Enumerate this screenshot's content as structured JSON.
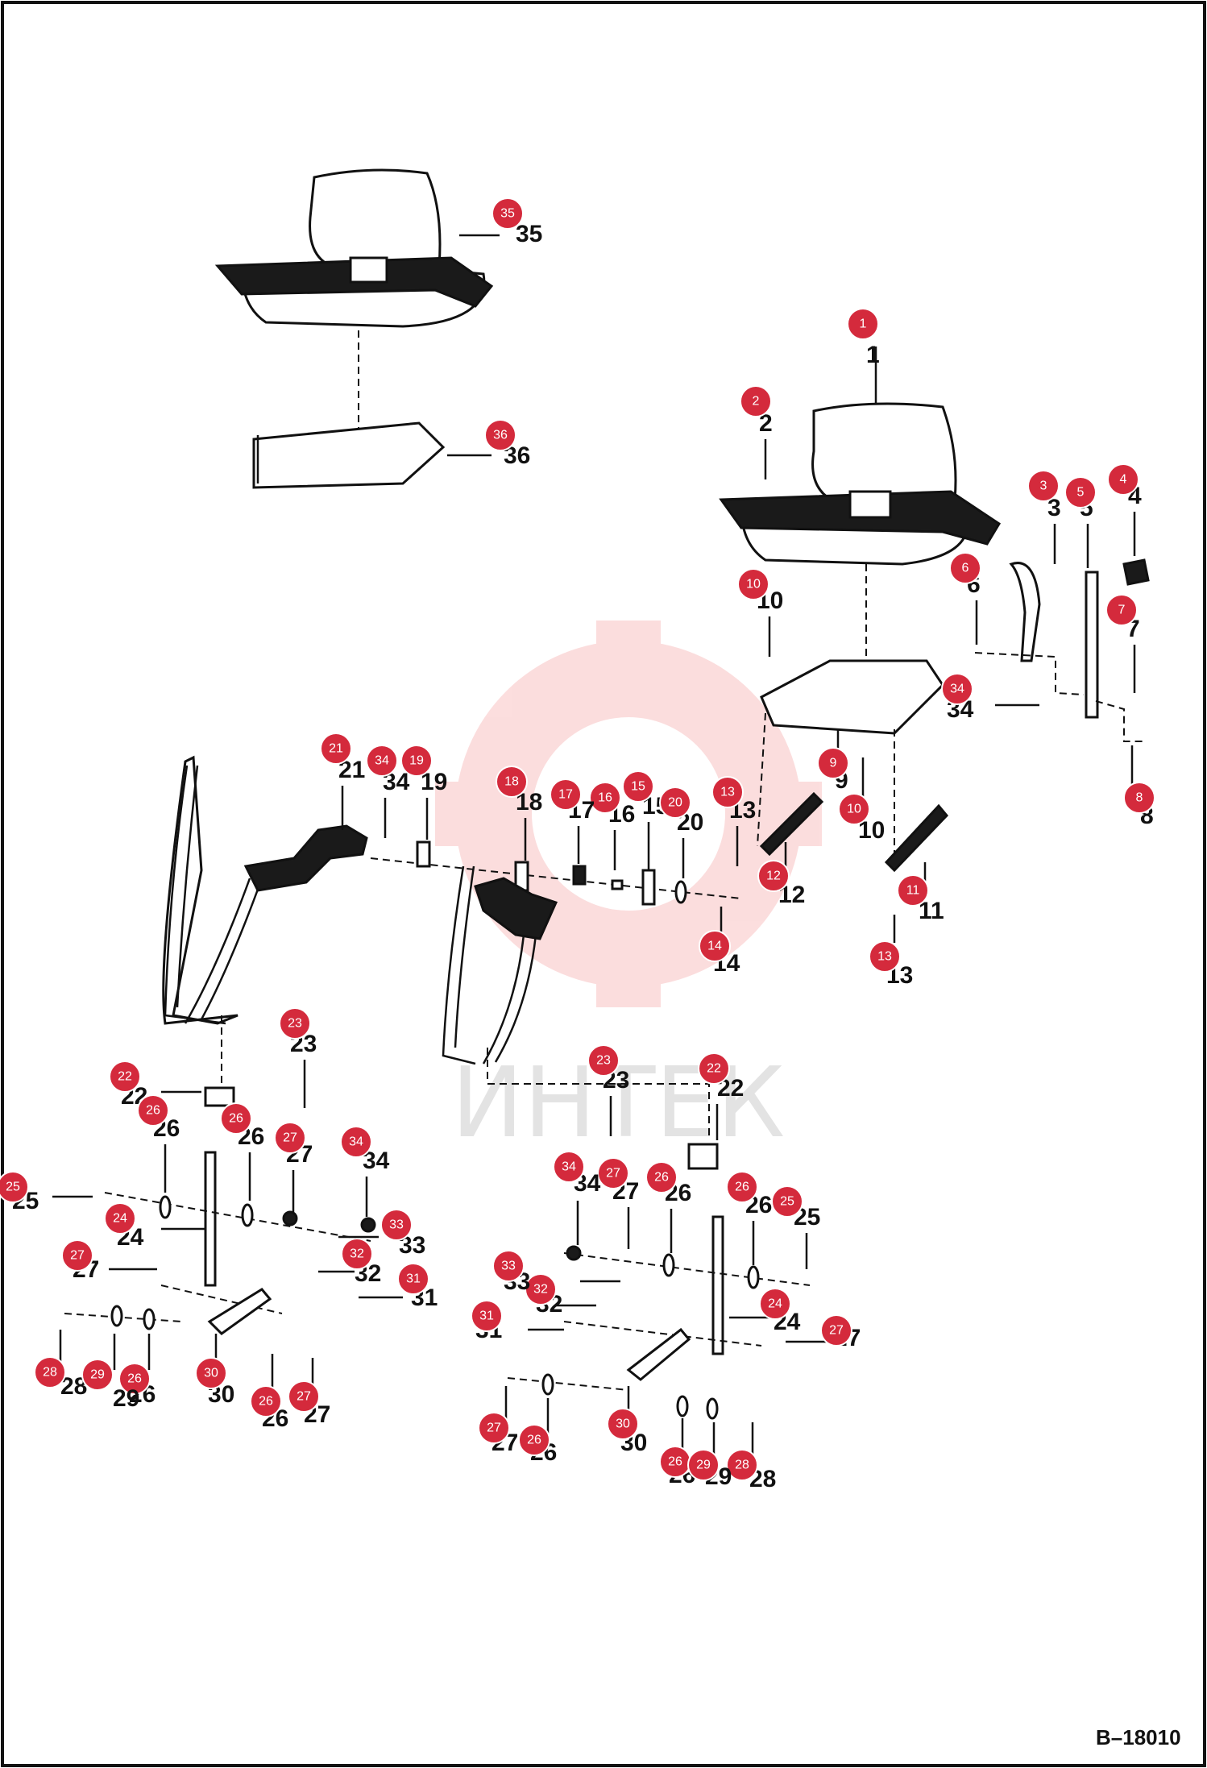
{
  "diagram": {
    "drawing_code": "B–18010",
    "watermark": "ИНТЕК",
    "colors": {
      "badge": "#d42a3c",
      "ink": "#111111",
      "watermark": "#f6c7c7"
    },
    "callouts": [
      {
        "label": "1"
      },
      {
        "label": "2"
      },
      {
        "label": "3"
      },
      {
        "label": "5"
      },
      {
        "label": "4"
      },
      {
        "label": "6"
      },
      {
        "label": "7"
      },
      {
        "label": "8"
      },
      {
        "label": "9"
      },
      {
        "label": "10"
      },
      {
        "label": "10"
      },
      {
        "label": "11"
      },
      {
        "label": "12"
      },
      {
        "label": "13"
      },
      {
        "label": "13"
      },
      {
        "label": "14"
      },
      {
        "label": "15"
      },
      {
        "label": "16"
      },
      {
        "label": "17"
      },
      {
        "label": "18"
      },
      {
        "label": "19"
      },
      {
        "label": "20"
      },
      {
        "label": "21"
      },
      {
        "label": "22"
      },
      {
        "label": "22"
      },
      {
        "label": "23"
      },
      {
        "label": "23"
      },
      {
        "label": "24"
      },
      {
        "label": "24"
      },
      {
        "label": "25"
      },
      {
        "label": "25"
      },
      {
        "label": "26"
      },
      {
        "label": "26"
      },
      {
        "label": "26"
      },
      {
        "label": "26"
      },
      {
        "label": "26"
      },
      {
        "label": "26"
      },
      {
        "label": "26"
      },
      {
        "label": "26"
      },
      {
        "label": "27"
      },
      {
        "label": "27"
      },
      {
        "label": "27"
      },
      {
        "label": "27"
      },
      {
        "label": "27"
      },
      {
        "label": "27"
      },
      {
        "label": "28"
      },
      {
        "label": "28"
      },
      {
        "label": "29"
      },
      {
        "label": "29"
      },
      {
        "label": "30"
      },
      {
        "label": "30"
      },
      {
        "label": "31"
      },
      {
        "label": "31"
      },
      {
        "label": "32"
      },
      {
        "label": "32"
      },
      {
        "label": "33"
      },
      {
        "label": "33"
      },
      {
        "label": "34"
      },
      {
        "label": "34"
      },
      {
        "label": "34"
      },
      {
        "label": "34"
      },
      {
        "label": "35"
      },
      {
        "label": "36"
      }
    ]
  }
}
